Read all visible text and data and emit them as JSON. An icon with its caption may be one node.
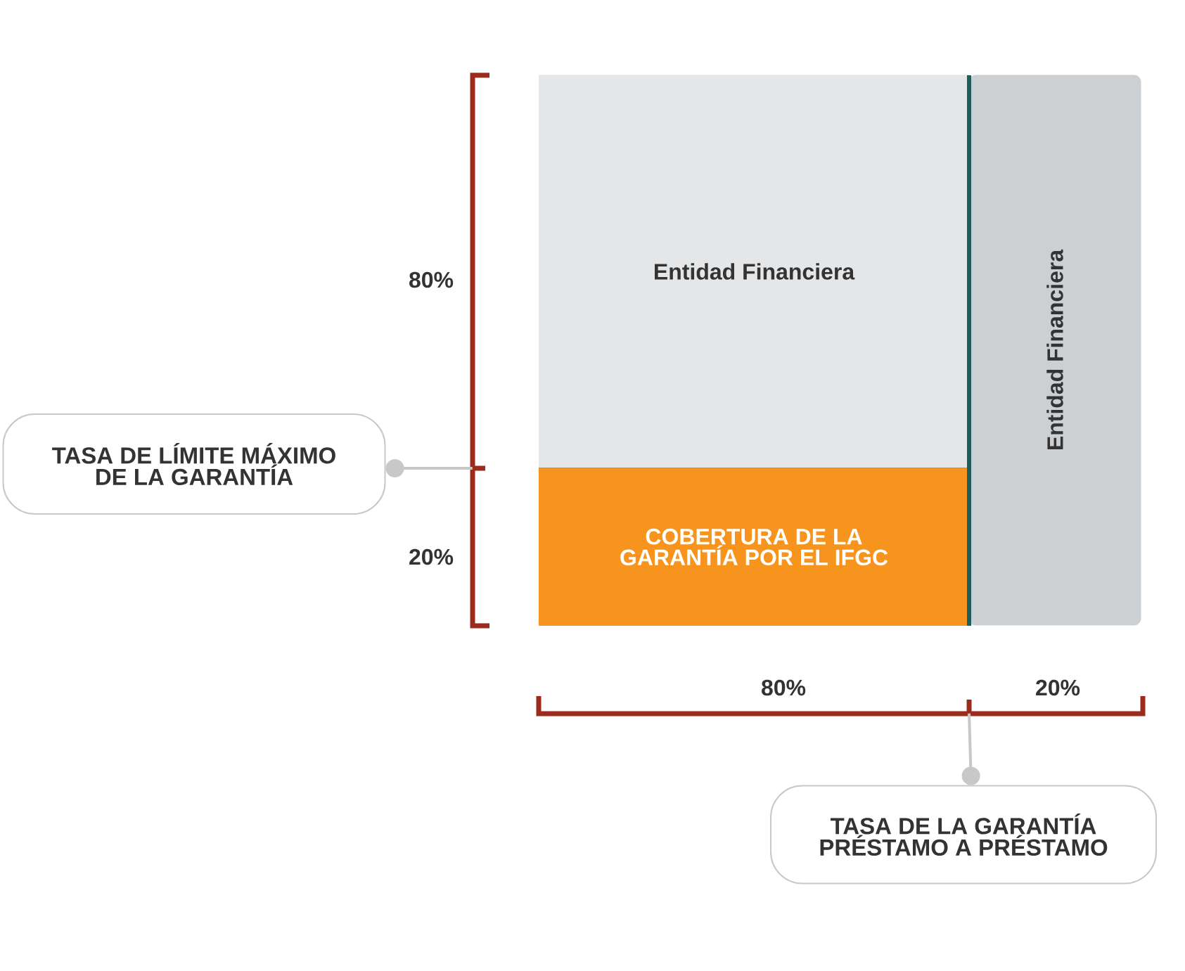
{
  "diagram": {
    "nodes": [
      {
        "text": [
          "Entidad Financiera"
        ]
      },
      {
        "text": [
          "COBERTURA DE LA GARANTÍA POR EL IFGC"
        ]
      },
      {
        "text": [
          "Entidad Financiera"
        ]
      },
      {
        "text": [
          "TASA DE LÍMITE MÁXIMO DE LA GARANTÍA"
        ]
      },
      {
        "text": [
          "TASA DE LA GARANTÍA PRÉSTAMO A PRÉSTAMO"
        ]
      },
      {
        "text": [],
        "shape": "bracket"
      },
      {
        "text": [],
        "shape": "bracket"
      }
    ],
    "edges": [
      {
        "from": 3,
        "to": 5,
        "arrow": "other"
      },
      {
        "from": 4,
        "to": 6,
        "arrow": "other"
      }
    ],
    "labels": [
      "80%",
      "20%",
      "80%",
      "20%"
    ]
  }
}
